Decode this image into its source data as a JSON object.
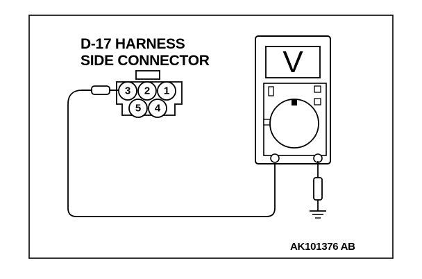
{
  "diagram": {
    "title_line1": "D-17 HARNESS",
    "title_line2": "SIDE CONNECTOR",
    "figure_code": "AK101376 AB"
  },
  "connector": {
    "pins_top": [
      "3",
      "2",
      "1"
    ],
    "pins_bottom": [
      "5",
      "4"
    ]
  },
  "meter": {
    "mode_symbol": "V"
  },
  "icons": {
    "ground": "ground-icon",
    "resistor": "resistor-icon",
    "probe": "probe-icon"
  }
}
